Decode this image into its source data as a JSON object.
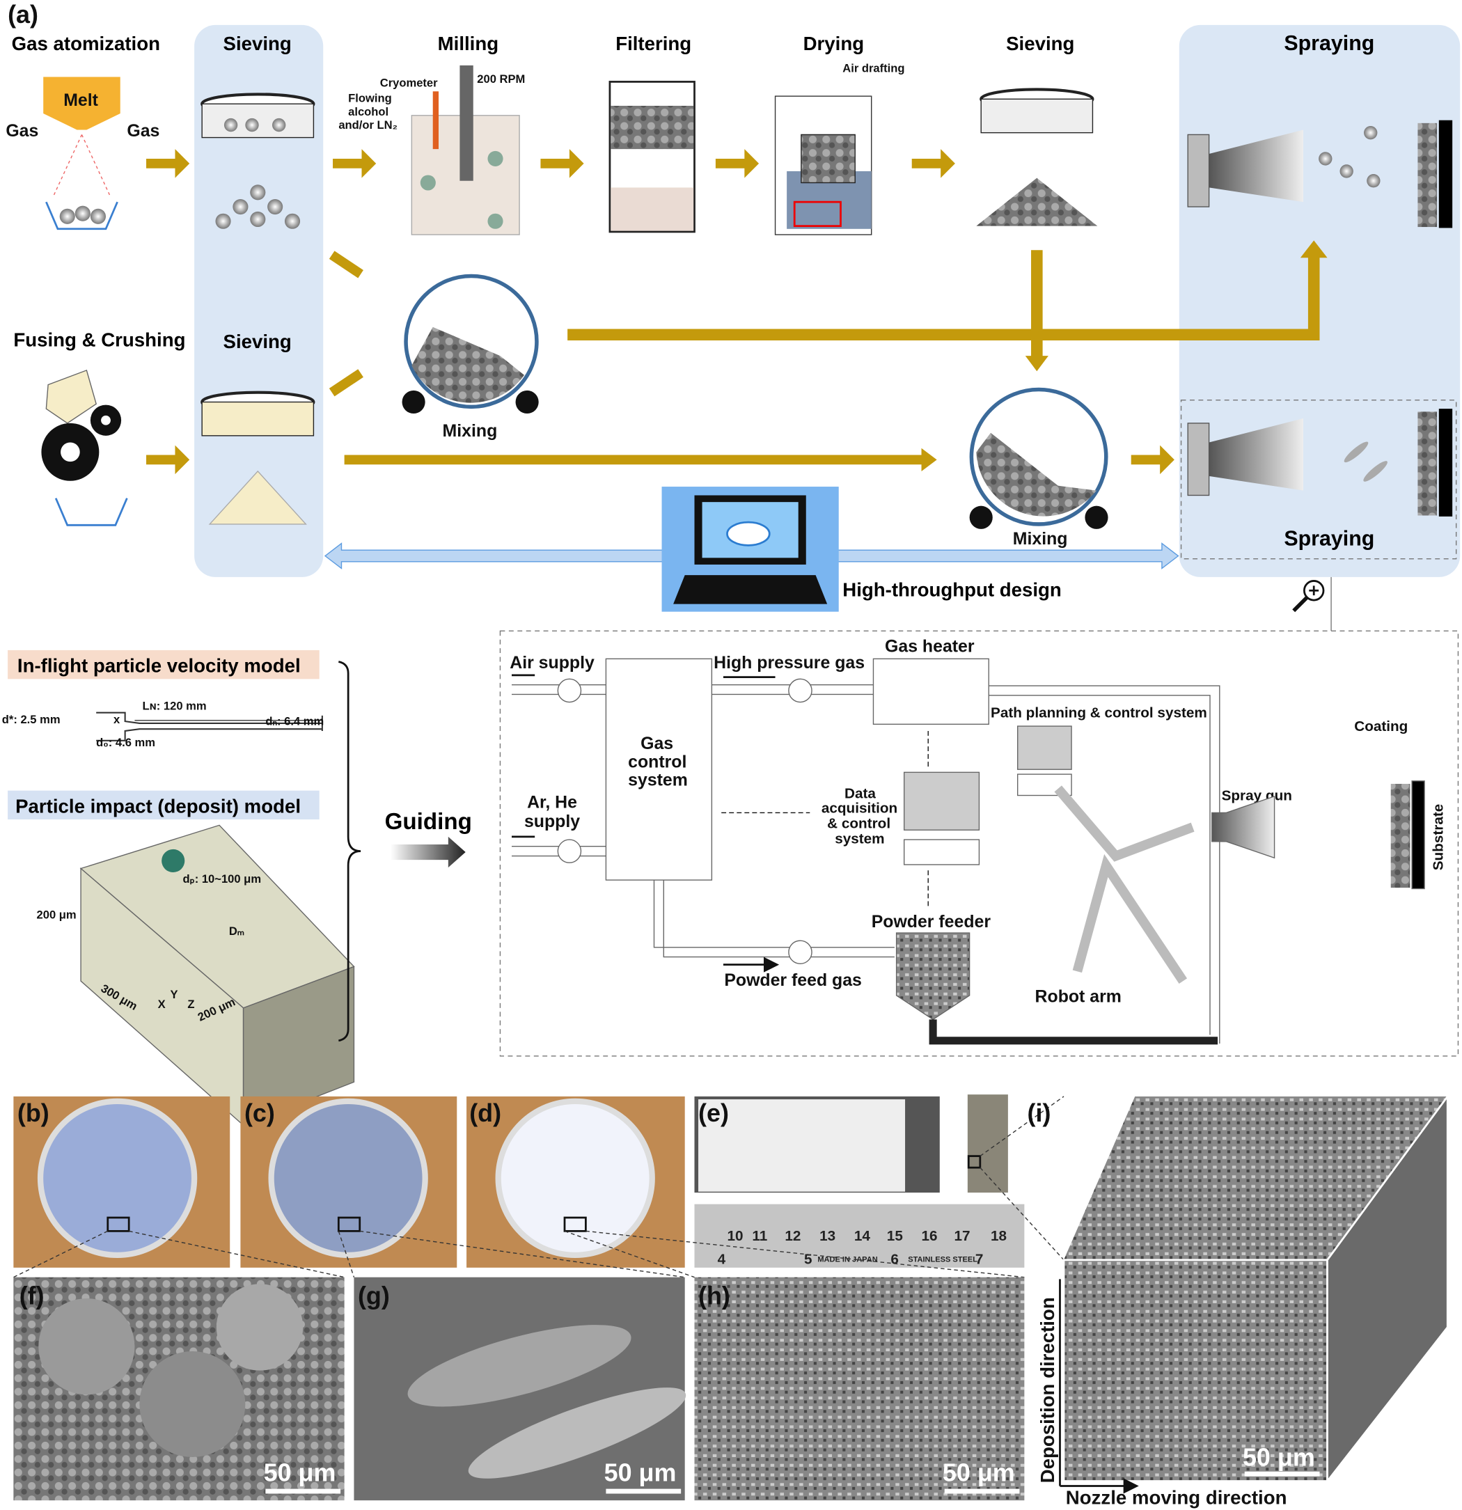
{
  "colors": {
    "arrow": "#c49a0c",
    "panel_bg": "#dbe7f5",
    "velocity_hl": "#f7dccb",
    "impact_hl": "#d6e2f3",
    "design_arrow": "#8fb7e8",
    "computer_bg": "#7ab5f0"
  },
  "panel_a": {
    "label": "(a)",
    "steps": {
      "gas_atomization": "Gas atomization",
      "melt": "Melt",
      "gas_left": "Gas",
      "gas_right": "Gas",
      "sieving_1": "Sieving",
      "milling": "Milling",
      "cryometer": "Cryometer",
      "rpm": "200 RPM",
      "flowing_1": "Flowing",
      "flowing_2": "alcohol",
      "flowing_3": "and/or LN₂",
      "filtering": "Filtering",
      "drying": "Drying",
      "air_drafting": "Air drafting",
      "sieving_2": "Sieving",
      "spraying_top": "Spraying",
      "fusing": "Fusing & Crushing",
      "sieving_3": "Sieving",
      "mixing_1": "Mixing",
      "mixing_2": "Mixing",
      "spraying_bottom": "Spraying",
      "high_throughput": "High-throughput design"
    },
    "models": {
      "velocity_title": "In-flight particle velocity model",
      "d_star": "d*: 2.5 mm",
      "ln": "Lɴ: 120 mm",
      "dn": "dₙ: 6.4 mm",
      "d0": "d₀: 4.6 mm",
      "x": "x",
      "impact_title": "Particle impact (deposit) model",
      "dp": "dₚ: 10~100 μm",
      "height": "200 μm",
      "dm": "Dₘ",
      "length": "300 μm",
      "depth": "200 μm",
      "axis_x": "X",
      "axis_y": "Y",
      "axis_z": "Z"
    },
    "guiding": "Guiding",
    "system": {
      "air_supply": "Air supply",
      "high_pressure_gas": "High pressure gas",
      "gas_heater": "Gas heater",
      "gas_control_1": "Gas",
      "gas_control_2": "control",
      "gas_control_3": "system",
      "ar_he_1": "Ar, He",
      "ar_he_2": "supply",
      "path_planning": "Path planning & control system",
      "daq_1": "Data",
      "daq_2": "acquisition",
      "daq_3": "& control",
      "daq_4": "system",
      "powder_feeder": "Powder feeder",
      "powder_feed_gas": "Powder feed gas",
      "robot_arm": "Robot arm",
      "spray_gun": "Spray gun",
      "coating": "Coating",
      "substrate": "Substrate"
    }
  },
  "photos": {
    "b": "(b)",
    "c": "(c)",
    "d": "(d)",
    "e": "(e)",
    "i": "(i)",
    "f": "(f)",
    "g": "(g)",
    "h": "(h)",
    "scale_bar": "50 μm",
    "ruler_top": [
      "10",
      "11",
      "12",
      "13",
      "14",
      "15",
      "16",
      "17",
      "18"
    ],
    "ruler_bottom": [
      "4",
      "5",
      "6",
      "7"
    ],
    "ruler_made": "MADE IN JAPAN",
    "ruler_steel": "STAINLESS STEEL",
    "deposition_direction": "Deposition direction",
    "nozzle_direction": "Nozzle moving direction"
  }
}
